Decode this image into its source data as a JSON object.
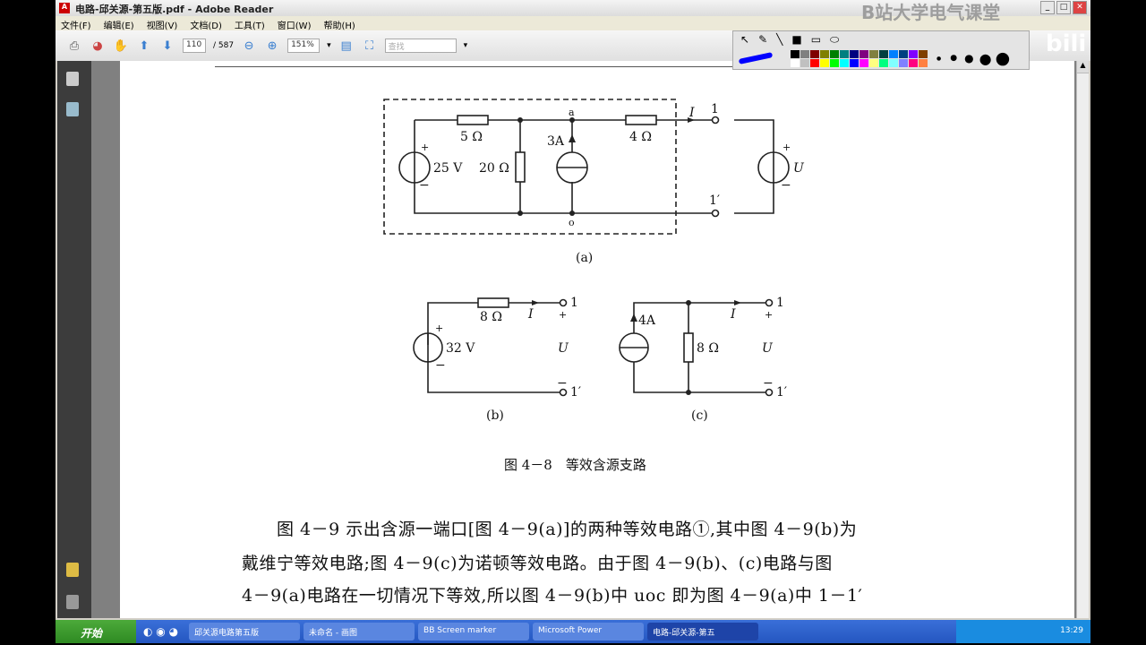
{
  "window": {
    "title": "电路-邱关源-第五版.pdf - Adobe Reader",
    "buttons": [
      "_",
      "□",
      "✕"
    ]
  },
  "menu": [
    "文件(F)",
    "编辑(E)",
    "视图(V)",
    "文档(D)",
    "工具(T)",
    "窗口(W)",
    "帮助(H)"
  ],
  "toolbar": {
    "page_current": "110",
    "page_total": "/ 587",
    "zoom": "151%",
    "search_placeholder": "查找"
  },
  "draw_toolbar": {
    "colors": [
      "#000000",
      "#808080",
      "#800000",
      "#808000",
      "#008000",
      "#008080",
      "#000080",
      "#800080",
      "#808040",
      "#004040",
      "#0080ff",
      "#004080",
      "#8000ff",
      "#804000",
      "#ffffff",
      "#c0c0c0",
      "#ff0000",
      "#ffff00",
      "#00ff00",
      "#00ffff",
      "#0000ff",
      "#ff00ff",
      "#ffff80",
      "#00ff80",
      "#80ffff",
      "#8080ff",
      "#ff0080",
      "#ff8040"
    ],
    "pen_color": "#0000ff"
  },
  "watermark": {
    "text": "B站大学电气课堂",
    "logo": "bili"
  },
  "figure": {
    "a": {
      "r1": "5 Ω",
      "r2": "20 Ω",
      "r3": "4 Ω",
      "vs": "25 V",
      "is": "3A",
      "node_a": "a",
      "node_o": "o",
      "current": "I",
      "port1": "1",
      "port1p": "1′",
      "load": "U",
      "plus": "+",
      "minus": "−",
      "label": "(a)"
    },
    "b": {
      "vs": "32 V",
      "r": "8 Ω",
      "current": "I",
      "port1": "1",
      "port1p": "1′",
      "voltage": "U",
      "plus": "+",
      "minus": "−",
      "label": "(b)"
    },
    "c": {
      "is": "4A",
      "r": "8 Ω",
      "current": "I",
      "port1": "1",
      "port1p": "1′",
      "voltage": "U",
      "plus": "+",
      "minus": "−",
      "label": "(c)"
    },
    "caption": "图 4－8　等效含源支路"
  },
  "paragraph": [
    "　　图 4－9 示出含源一端口[图 4－9(a)]的两种等效电路①,其中图 4－9(b)为",
    "戴维宁等效电路;图 4－9(c)为诺顿等效电路。由于图 4－9(b)、(c)电路与图",
    "4－9(a)电路在一切情况下等效,所以图 4－9(b)中 uoc 即为图 4－9(a)中 1－1′"
  ],
  "taskbar": {
    "start": "开始",
    "tasks": [
      "邱关源电路第五版",
      "未命名 - 画图",
      "BB Screen marker",
      "Microsoft Power",
      "电路-邱关源-第五"
    ],
    "active": 4,
    "clock": "13:29"
  }
}
